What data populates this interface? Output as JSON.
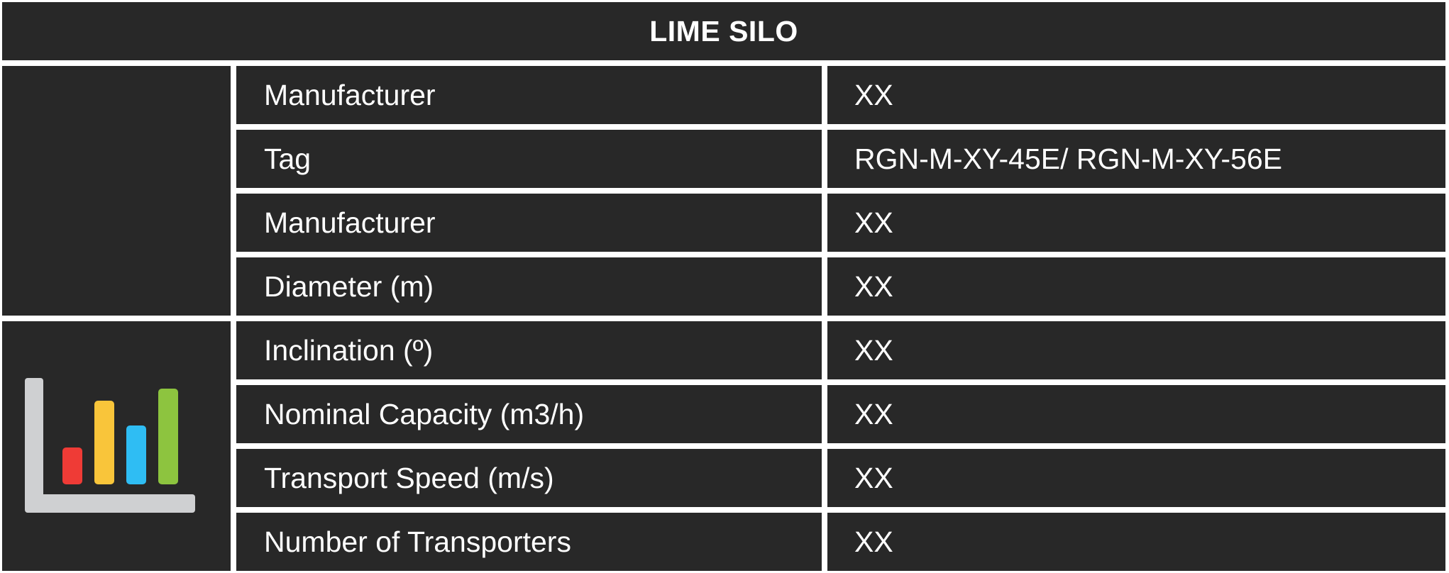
{
  "table": {
    "title": "LIME SILO",
    "rows": [
      {
        "label": "Manufacturer",
        "value": "XX"
      },
      {
        "label": "Tag",
        "value": "RGN-M-XY-45E/ RGN-M-XY-56E"
      },
      {
        "label": "Manufacturer",
        "value": "XX"
      },
      {
        "label": "Diameter (m)",
        "value": "XX"
      },
      {
        "label": "Inclination (º)",
        "value": "XX"
      },
      {
        "label": "Nominal Capacity (m3/h)",
        "value": "XX"
      },
      {
        "label": "Transport Speed (m/s)",
        "value": "XX"
      },
      {
        "label": "Number of Transporters",
        "value": "XX"
      }
    ]
  },
  "icon": {
    "name": "bar-chart-icon",
    "bar_colors": [
      "#ef3b36",
      "#f9c53a",
      "#2fbdf3",
      "#8dc43f"
    ],
    "axis_color": "#cfd0d2"
  }
}
